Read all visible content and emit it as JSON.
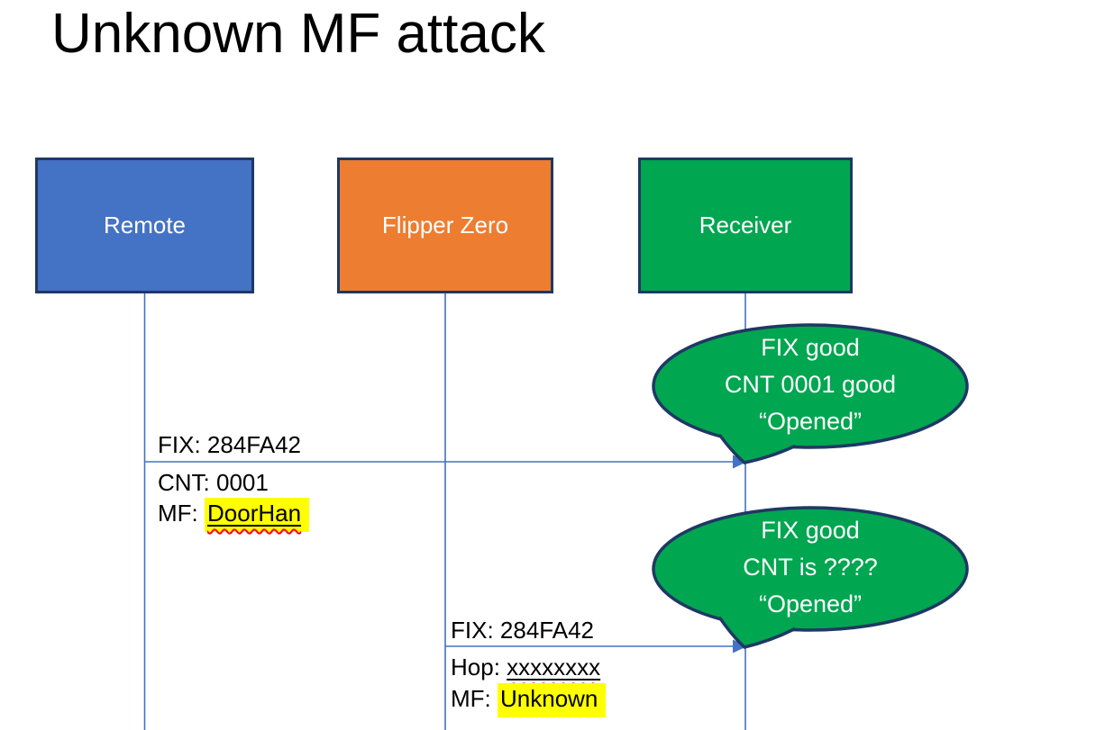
{
  "title": "Unknown MF attack",
  "actors": [
    {
      "id": "remote",
      "label": "Remote",
      "fill": "#4472C4"
    },
    {
      "id": "flipper",
      "label": "Flipper Zero",
      "fill": "#ED7D31"
    },
    {
      "id": "receiver",
      "label": "Receiver",
      "fill": "#00A650"
    }
  ],
  "messages": [
    {
      "from": "remote",
      "to": "receiver",
      "lines": [
        {
          "text": "FIX: 284FA42"
        },
        {
          "text": "CNT: 0001"
        },
        {
          "prefix": "MF: ",
          "value": "DoorHan"
        }
      ]
    },
    {
      "from": "flipper",
      "to": "receiver",
      "lines": [
        {
          "text": "FIX: 284FA42"
        },
        {
          "prefix": "Hop: ",
          "value": "xxxxxxxx"
        },
        {
          "prefix": "MF: ",
          "value": "Unknown"
        }
      ]
    }
  ],
  "callouts": [
    {
      "lines": [
        "FIX good",
        "CNT 0001 good",
        "“Opened”"
      ]
    },
    {
      "lines": [
        "FIX good",
        "CNT is ????",
        "“Opened”"
      ]
    }
  ],
  "colors": {
    "remote_fill": "#4472C4",
    "flipper_fill": "#ED7D31",
    "receiver_fill": "#00A650",
    "callout_fill": "#00A650",
    "shape_outline": "#1F3864",
    "connector_blue": "#4472C4",
    "highlight_yellow": "#FFFF00",
    "squiggle_red": "#FF0000",
    "text_black": "#000000",
    "text_white": "#FFFFFF"
  }
}
